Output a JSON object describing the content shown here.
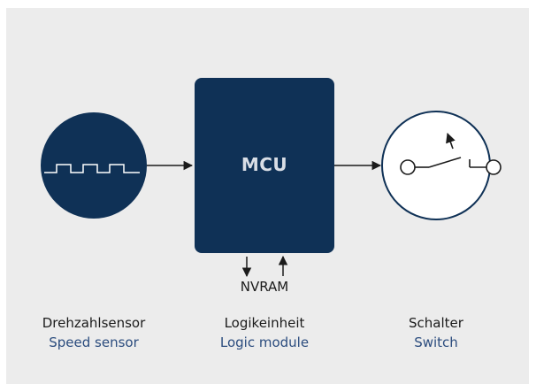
{
  "mcu": {
    "label": "MCU"
  },
  "nvram": {
    "label": "NVRAM"
  },
  "captions": {
    "sensor": {
      "de": "Drehzahlsensor",
      "en": "Speed sensor"
    },
    "logic": {
      "de": "Logikeinheit",
      "en": "Logic module"
    },
    "switch": {
      "de": "Schalter",
      "en": "Switch"
    }
  },
  "colors": {
    "panel": "#ececec",
    "navy": "#0f3156",
    "caption_en": "#2b4c7e",
    "line": "#1b1b1b"
  },
  "icons": [
    "square-wave-icon",
    "relay-switch-icon"
  ]
}
